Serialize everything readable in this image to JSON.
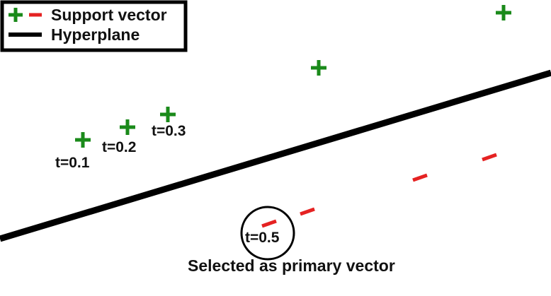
{
  "colors": {
    "positive": "#1a8a1a",
    "negative": "#e52222",
    "hyperplane": "#000000",
    "text": "#111111",
    "background": "#ffffff"
  },
  "legend": {
    "items": [
      {
        "label": "Support vector",
        "icons": [
          "plus-icon",
          "minus-icon"
        ]
      },
      {
        "label": "Hyperplane",
        "icons": [
          "line-icon"
        ]
      }
    ]
  },
  "point_labels": {
    "p1": "t=0.1",
    "p2": "t=0.2",
    "p3": "t=0.3",
    "primary": "t=0.5"
  },
  "caption": "Selected as primary vector"
}
